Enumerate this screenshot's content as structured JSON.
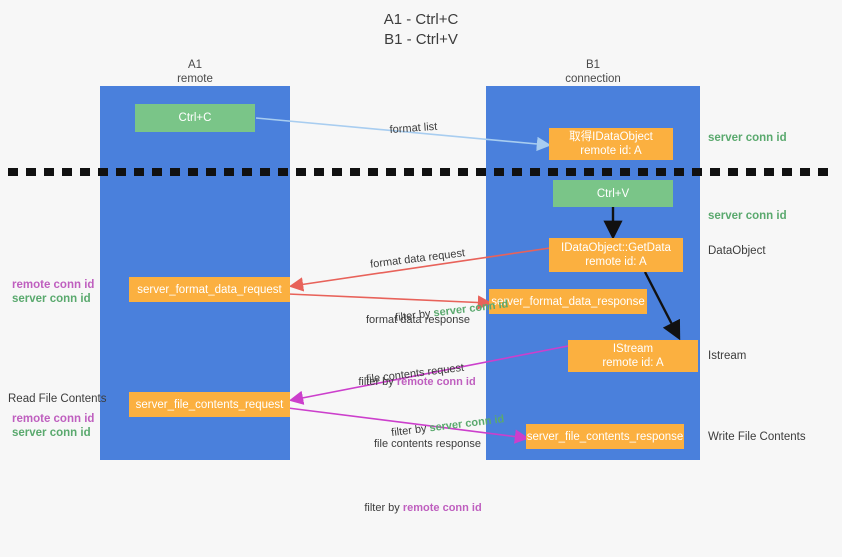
{
  "title": "A1 - Ctrl+C\nB1 - Ctrl+V",
  "colors": {
    "lane": "#4a80dc",
    "orange": "#fbb040",
    "green_box": "#7ac588",
    "green_text": "#5aa96e",
    "purple_text": "#bf5fbf",
    "red_arrow": "#e8625a",
    "magenta_arrow": "#cc3fcc",
    "lightblue_arrow": "#a8cdf0",
    "black_arrow": "#111111",
    "background": "#f7f7f7"
  },
  "columns": [
    {
      "name": "A1",
      "sub": "remote",
      "label": "A1\nremote"
    },
    {
      "name": "B1",
      "sub": "connection",
      "label": "B1\nconnection"
    }
  ],
  "nodes": {
    "ctrl_c": "Ctrl+C",
    "ctrl_v": "Ctrl+V",
    "idataobject_remote": "取得IDataObject\nremote id: A",
    "idataobject_getdata": "IDataObject::GetData\nremote id: A",
    "istream": "IStream\nremote id: A",
    "server_format_data_request": "server_format_data_request",
    "server_format_data_response": "server_format_data_response",
    "server_file_contents_request": "server_file_contents_request",
    "server_file_contents_response": "server_file_contents_response"
  },
  "right_labels": [
    {
      "key": "server_conn_id_1",
      "text": "server conn id",
      "style": "green"
    },
    {
      "key": "server_conn_id_2",
      "text": "server conn id",
      "style": "green"
    },
    {
      "key": "dataobject",
      "text": "DataObject",
      "style": "plain"
    },
    {
      "key": "istream",
      "text": "Istream",
      "style": "plain"
    },
    {
      "key": "write_file_contents",
      "text": "Write File Contents",
      "style": "plain"
    }
  ],
  "left_labels": [
    {
      "key": "remote_conn_id_1",
      "text": "remote conn id",
      "style": "purple"
    },
    {
      "key": "server_conn_id_1",
      "text": "server conn id",
      "style": "green"
    },
    {
      "key": "read_file_contents",
      "text": "Read File Contents",
      "style": "plain"
    },
    {
      "key": "remote_conn_id_2",
      "text": "remote conn id",
      "style": "purple"
    },
    {
      "key": "server_conn_id_2",
      "text": "server conn id",
      "style": "green"
    }
  ],
  "edges": [
    {
      "key": "format_list",
      "line1": "format list",
      "line2": "",
      "filter_word": ""
    },
    {
      "key": "format_data_request",
      "line1": "format data request",
      "line2_prefix": "filter by ",
      "line2_key": "server conn id",
      "key_style": "green"
    },
    {
      "key": "format_data_response",
      "line1": "format data response",
      "line2_prefix": "filter by ",
      "line2_key": "remote conn id",
      "key_style": "purple"
    },
    {
      "key": "file_contents_request",
      "line1": "file contents request",
      "line2_prefix": "filter by ",
      "line2_key": "server conn id",
      "key_style": "green"
    },
    {
      "key": "file_contents_response",
      "line1": "file contents response",
      "line2_prefix": "filter by ",
      "line2_key": "remote conn id",
      "key_style": "purple"
    }
  ]
}
